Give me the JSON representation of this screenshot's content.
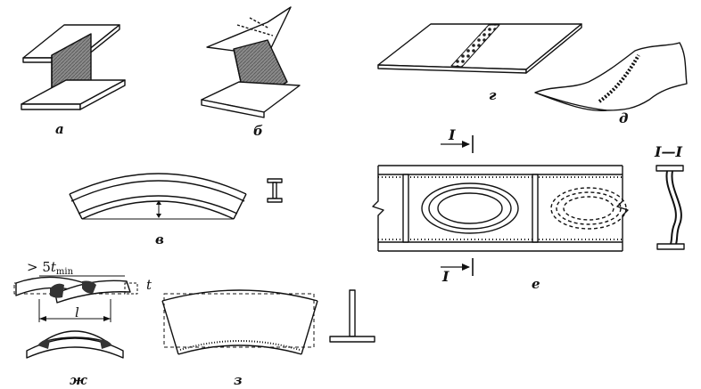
{
  "labels": {
    "a": "а",
    "b": "б",
    "v": "в",
    "g": "г",
    "d": "д",
    "e": "е",
    "zh": "ж",
    "z": "з"
  },
  "section": {
    "mark_top": "I",
    "mark_bottom": "I",
    "title": "I—I"
  },
  "dimensions": {
    "overlap_prefix": "> 5",
    "overlap_var": "t",
    "overlap_sub": "min",
    "thickness": "t",
    "length": "l"
  }
}
